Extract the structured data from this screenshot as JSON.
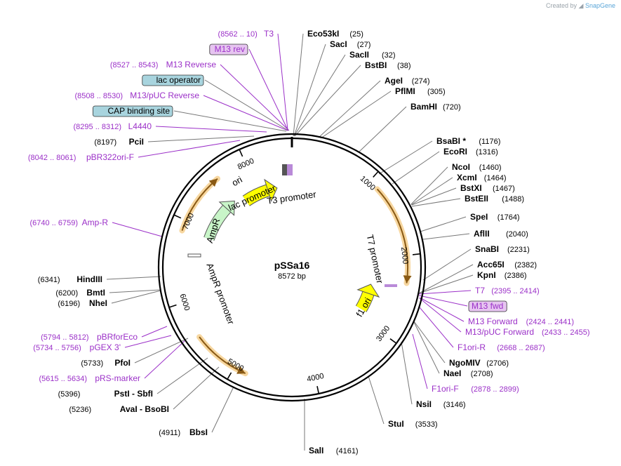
{
  "credit": {
    "prefix": "Created by",
    "brand": "SnapGene"
  },
  "plasmid": {
    "name": "pSSa16",
    "size_label": "8572 bp",
    "length": 8572
  },
  "colors": {
    "enzyme": "#000000",
    "primer": "#9b30c8",
    "feature_box": "#a8d4de",
    "primer_box": "#e6c4f0",
    "promoter": "#f0a020",
    "ori": "#ffff00",
    "ampr": "#c8f5c8"
  },
  "ticks": [
    {
      "pos": 1000,
      "label": "1000"
    },
    {
      "pos": 2000,
      "label": "2000"
    },
    {
      "pos": 3000,
      "label": "3000"
    },
    {
      "pos": 4000,
      "label": "4000"
    },
    {
      "pos": 5000,
      "label": "5000"
    },
    {
      "pos": 6000,
      "label": "6000"
    },
    {
      "pos": 7000,
      "label": "7000"
    },
    {
      "pos": 8000,
      "label": "8000"
    }
  ],
  "features": [
    {
      "name": "T7 promoter",
      "kind": "promoter",
      "start": 1130,
      "end": 2330,
      "strand": 1
    },
    {
      "name": "AmpR promoter",
      "kind": "promoter",
      "start": 4850,
      "end": 5550,
      "strand": -1
    },
    {
      "name": "promoter",
      "kind": "promoter",
      "start": 6870,
      "end": 7620,
      "strand": 1
    },
    {
      "name": "ori",
      "kind": "ori",
      "start": 7750,
      "end": 8320,
      "strand": 1
    },
    {
      "name": "f1 ori",
      "kind": "ori",
      "start": 2430,
      "end": 2880,
      "strand": -1
    },
    {
      "name": "AmpR",
      "kind": "cds",
      "start": 6880,
      "end": 7600,
      "strand": 1
    }
  ],
  "inner_labels": [
    {
      "text": "lac promoter"
    },
    {
      "text": "T3 promoter"
    },
    {
      "text": "T7 promoter"
    },
    {
      "text": "f1 ori"
    },
    {
      "text": "AmpR"
    },
    {
      "text": "AmpR promoter"
    },
    {
      "text": "ori"
    }
  ],
  "labels": [
    {
      "kind": "primer",
      "name": "T3",
      "range": "(8562 .. 10)",
      "side": "left"
    },
    {
      "kind": "primer_box",
      "name": "M13 rev",
      "range": "",
      "side": "left"
    },
    {
      "kind": "primer",
      "name": "M13 Reverse",
      "range": "(8527 .. 8543)",
      "side": "left"
    },
    {
      "kind": "feature_box",
      "name": "lac operator",
      "range": "",
      "side": "left"
    },
    {
      "kind": "primer",
      "name": "M13/pUC Reverse",
      "range": "(8508 .. 8530)",
      "side": "left"
    },
    {
      "kind": "feature_box",
      "name": "CAP binding site",
      "range": "",
      "side": "left"
    },
    {
      "kind": "primer",
      "name": "L4440",
      "range": "(8295 .. 8312)",
      "side": "left"
    },
    {
      "kind": "enzyme",
      "name": "PciI",
      "range": "(8197)",
      "side": "left"
    },
    {
      "kind": "primer",
      "name": "pBR322ori-F",
      "range": "(8042 .. 8061)",
      "side": "left"
    },
    {
      "kind": "primer",
      "name": "Amp-R",
      "range": "(6740 .. 6759)",
      "side": "left"
    },
    {
      "kind": "enzyme",
      "name": "HindIII",
      "range": "(6341)",
      "side": "left"
    },
    {
      "kind": "enzyme",
      "name": "BmtI",
      "range": "(6200)",
      "side": "left"
    },
    {
      "kind": "enzyme",
      "name": "NheI",
      "range": "(6196)",
      "side": "left"
    },
    {
      "kind": "primer",
      "name": "pBRforEco",
      "range": "(5794 .. 5812)",
      "side": "left"
    },
    {
      "kind": "primer",
      "name": "pGEX 3'",
      "range": "(5734 .. 5756)",
      "side": "left"
    },
    {
      "kind": "enzyme",
      "name": "PfoI",
      "range": "(5733)",
      "side": "left"
    },
    {
      "kind": "primer",
      "name": "pRS-marker",
      "range": "(5615 .. 5634)",
      "side": "left"
    },
    {
      "kind": "enzyme",
      "name": "PstI  -  SbfI",
      "range": "(5396)",
      "side": "left"
    },
    {
      "kind": "enzyme",
      "name": "AvaI  -  BsoBI",
      "range": "(5236)",
      "side": "left"
    },
    {
      "kind": "enzyme",
      "name": "BbsI",
      "range": "(4911)",
      "side": "left"
    },
    {
      "kind": "enzyme",
      "name": "SalI",
      "range": "(4161)",
      "side": "right"
    },
    {
      "kind": "enzyme",
      "name": "StuI",
      "range": "(3533)",
      "side": "right"
    },
    {
      "kind": "enzyme",
      "name": "NsiI",
      "range": "(3146)",
      "side": "right"
    },
    {
      "kind": "primer",
      "name": "F1ori-F",
      "range": "(2878 .. 2899)",
      "side": "right"
    },
    {
      "kind": "enzyme",
      "name": "NaeI",
      "range": "(2708)",
      "side": "right"
    },
    {
      "kind": "enzyme",
      "name": "NgoMIV",
      "range": "(2706)",
      "side": "right"
    },
    {
      "kind": "primer",
      "name": "F1ori-R",
      "range": "(2668 .. 2687)",
      "side": "right"
    },
    {
      "kind": "primer",
      "name": "M13/pUC Forward",
      "range": "(2433 .. 2455)",
      "side": "right"
    },
    {
      "kind": "primer",
      "name": "M13 Forward",
      "range": "(2424 .. 2441)",
      "side": "right"
    },
    {
      "kind": "primer_box",
      "name": "M13 fwd",
      "range": "",
      "side": "right"
    },
    {
      "kind": "primer",
      "name": "T7",
      "range": "(2395 .. 2414)",
      "side": "right"
    },
    {
      "kind": "enzyme",
      "name": "KpnI",
      "range": "(2386)",
      "side": "right"
    },
    {
      "kind": "enzyme",
      "name": "Acc65I",
      "range": "(2382)",
      "side": "right"
    },
    {
      "kind": "enzyme",
      "name": "SnaBI",
      "range": "(2231)",
      "side": "right"
    },
    {
      "kind": "enzyme",
      "name": "AflII",
      "range": "(2040)",
      "side": "right"
    },
    {
      "kind": "enzyme",
      "name": "SpeI",
      "range": "(1764)",
      "side": "right"
    },
    {
      "kind": "enzyme",
      "name": "BstEII",
      "range": "(1488)",
      "side": "right"
    },
    {
      "kind": "enzyme",
      "name": "BstXI",
      "range": "(1467)",
      "side": "right"
    },
    {
      "kind": "enzyme",
      "name": "XcmI",
      "range": "(1464)",
      "side": "right"
    },
    {
      "kind": "enzyme",
      "name": "NcoI",
      "range": "(1460)",
      "side": "right"
    },
    {
      "kind": "enzyme",
      "name": "EcoRI",
      "range": "(1316)",
      "side": "right"
    },
    {
      "kind": "enzyme",
      "name": "BsaBI *",
      "range": "(1176)",
      "side": "right"
    },
    {
      "kind": "enzyme",
      "name": "BamHI",
      "range": "(720)",
      "side": "right"
    },
    {
      "kind": "enzyme",
      "name": "PflMI",
      "range": "(305)",
      "side": "right"
    },
    {
      "kind": "enzyme",
      "name": "AgeI",
      "range": "(274)",
      "side": "right"
    },
    {
      "kind": "enzyme",
      "name": "BstBI",
      "range": "(38)",
      "side": "right"
    },
    {
      "kind": "enzyme",
      "name": "SacII",
      "range": "(32)",
      "side": "right"
    },
    {
      "kind": "enzyme",
      "name": "SacI",
      "range": "(27)",
      "side": "right"
    },
    {
      "kind": "enzyme",
      "name": "Eco53kI",
      "range": "(25)",
      "side": "right"
    }
  ]
}
